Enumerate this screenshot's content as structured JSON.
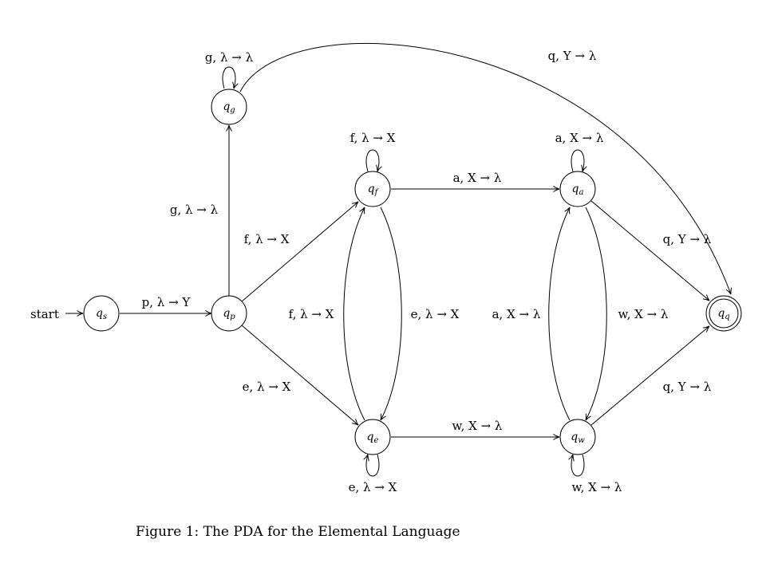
{
  "states": {
    "qs": {
      "base": "q",
      "sub": "s"
    },
    "qp": {
      "base": "q",
      "sub": "p"
    },
    "qg": {
      "base": "q",
      "sub": "g"
    },
    "qf": {
      "base": "q",
      "sub": "f"
    },
    "qe": {
      "base": "q",
      "sub": "e"
    },
    "qa": {
      "base": "q",
      "sub": "a"
    },
    "qw": {
      "base": "q",
      "sub": "w"
    },
    "qq": {
      "base": "q",
      "sub": "q",
      "accepting": true
    }
  },
  "start_label": "start",
  "transitions": {
    "s_p": "p, λ → Y",
    "p_g": "g, λ → λ",
    "g_loop": "g, λ → λ",
    "g_q": "q, Y → λ",
    "p_f": "f, λ → X",
    "p_e": "e, λ → X",
    "f_loop": "f, λ → X",
    "e_loop": "e, λ → X",
    "e_f": "f, λ → X",
    "f_e": "e, λ → X",
    "f_a": "a, X → λ",
    "e_w": "w, X → λ",
    "a_loop": "a, X → λ",
    "w_loop": "w, X → λ",
    "w_a": "a, X → λ",
    "a_w": "w, X → λ",
    "a_q": "q, Y → λ",
    "w_q": "q, Y → λ"
  },
  "caption": "Figure 1: The PDA for the Elemental Language"
}
